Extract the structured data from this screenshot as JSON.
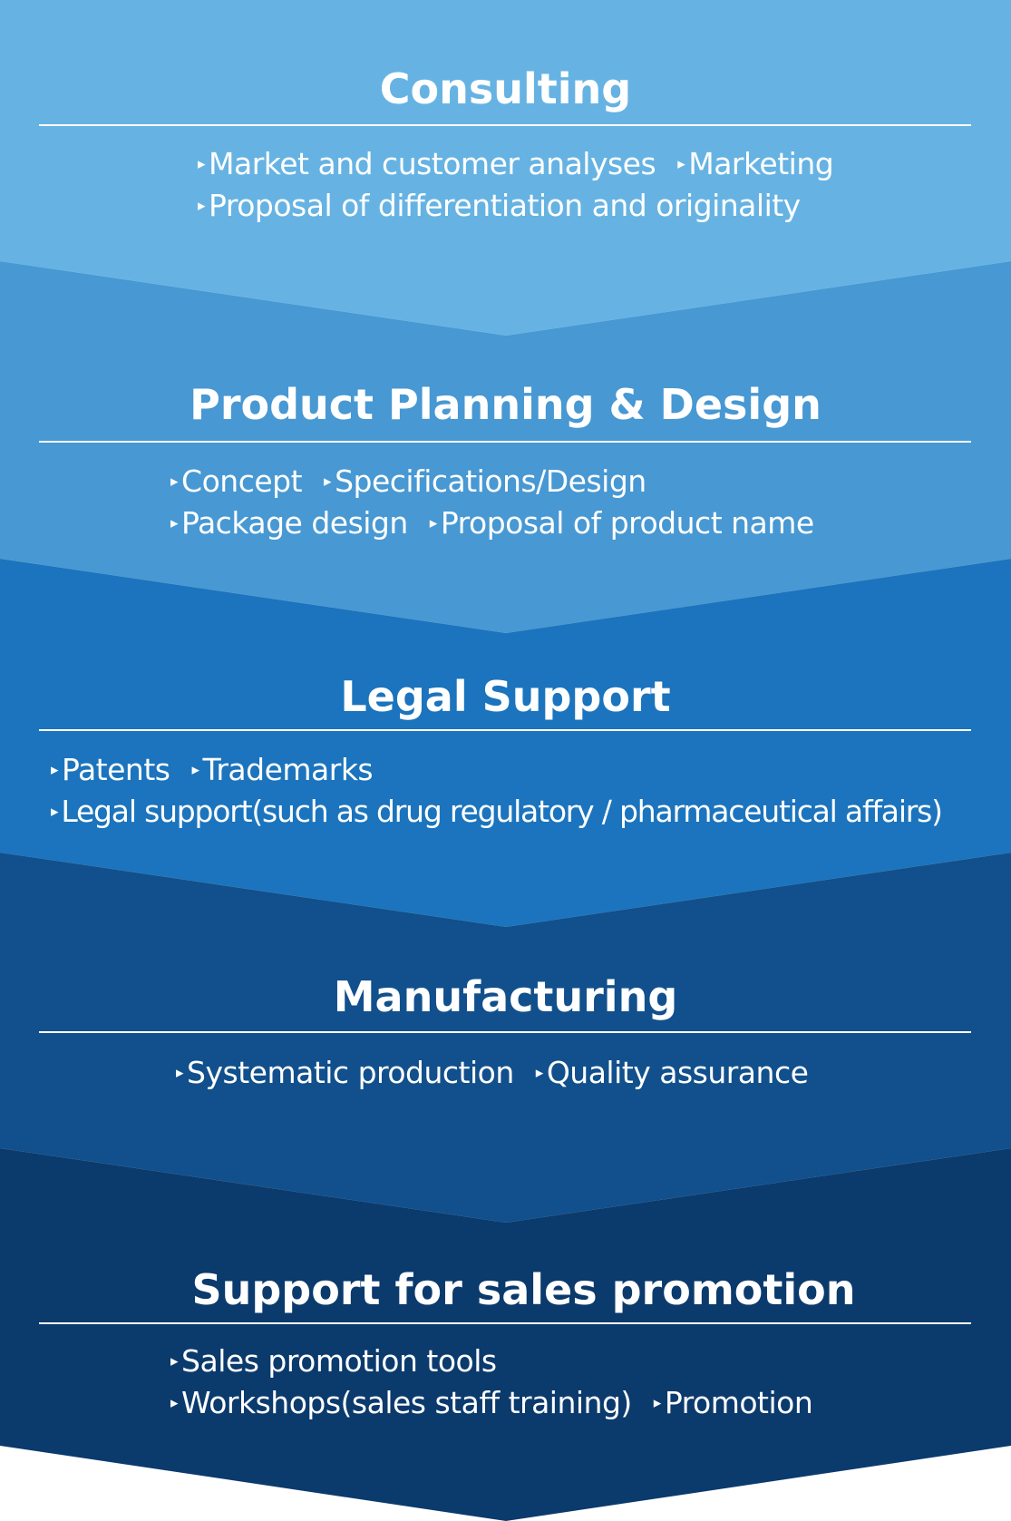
{
  "colors": {
    "consulting": "#66b3e3",
    "planning": "#4798d3",
    "legal": "#1b74bd",
    "manufacturing": "#11508c",
    "sales": "#0b3a6d",
    "text": "#ffffff"
  },
  "sections": [
    {
      "title": "Consulting",
      "lines": [
        [
          "Market and customer analyses",
          "Marketing"
        ],
        [
          "Proposal of differentiation and originality"
        ]
      ]
    },
    {
      "title": "Product Planning & Design",
      "lines": [
        [
          "Concept",
          "Specifications/Design"
        ],
        [
          "Package design",
          "Proposal of product name"
        ]
      ]
    },
    {
      "title": "Legal Support",
      "lines": [
        [
          "Patents",
          "Trademarks"
        ],
        [
          "Legal support(such as drug regulatory / pharmaceutical affairs)"
        ]
      ]
    },
    {
      "title": "Manufacturing",
      "lines": [
        [
          "Systematic production",
          "Quality assurance"
        ]
      ]
    },
    {
      "title": "Support for sales promotion",
      "lines": [
        [
          "Sales promotion tools"
        ],
        [
          "Workshops(sales staff training)",
          "Promotion"
        ]
      ]
    }
  ],
  "bullet_glyph": "▸"
}
